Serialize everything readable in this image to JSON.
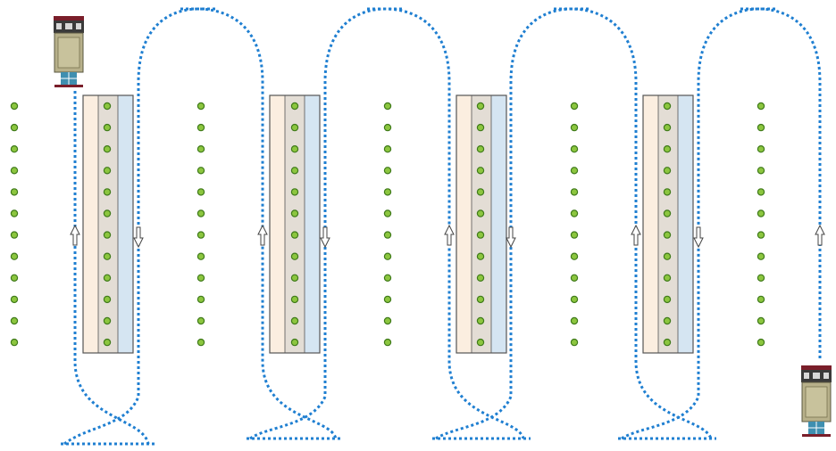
{
  "diagram": {
    "kind": "field-path-planning",
    "plant_rows": 9,
    "plants_per_row": 12,
    "crop_beds": 4,
    "vehicles": 2,
    "colors": {
      "path": "#1f7fd1",
      "plant_fill": "#8cc63f",
      "plant_stroke": "#3f7a1a",
      "bed_outline": "#555555",
      "bed_left_strip": "#fbeee0",
      "bed_mid_strip": "#e3ddd5",
      "bed_right_strip": "#d5e5f2",
      "arrow": "#444444"
    },
    "arrow_directions": [
      "up",
      "down",
      "up",
      "down",
      "up",
      "down",
      "up",
      "down",
      "up"
    ],
    "icons": [
      "robot-vehicle-icon",
      "direction-arrow-icon",
      "plant-dot-icon"
    ]
  }
}
